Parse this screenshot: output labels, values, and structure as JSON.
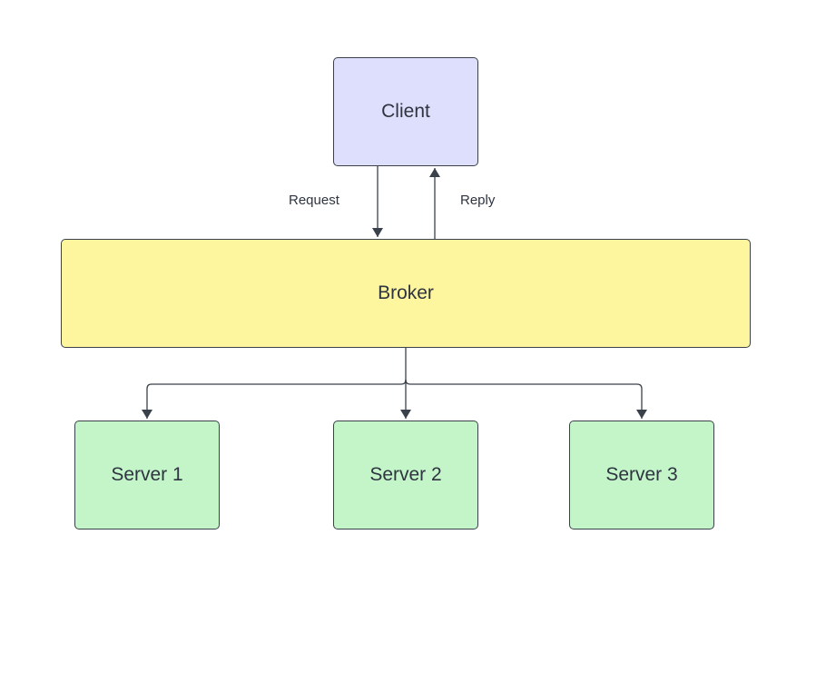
{
  "diagram": {
    "nodes": [
      {
        "id": "client",
        "label": "Client",
        "fill": "#dedffc"
      },
      {
        "id": "broker",
        "label": "Broker",
        "fill": "#fef69f"
      },
      {
        "id": "server_1",
        "label": "Server 1",
        "fill": "#c3f5c9"
      },
      {
        "id": "server_2",
        "label": "Server 2",
        "fill": "#c3f5c9"
      },
      {
        "id": "server_3",
        "label": "Server 3",
        "fill": "#c3f5c9"
      }
    ],
    "edges": [
      {
        "from": "client",
        "to": "broker",
        "label": "Request"
      },
      {
        "from": "broker",
        "to": "client",
        "label": "Reply"
      },
      {
        "from": "broker",
        "to": "server_1",
        "label": ""
      },
      {
        "from": "broker",
        "to": "server_2",
        "label": ""
      },
      {
        "from": "broker",
        "to": "server_3",
        "label": ""
      }
    ],
    "colors": {
      "stroke": "#3a414a",
      "text": "#2e3440"
    }
  }
}
